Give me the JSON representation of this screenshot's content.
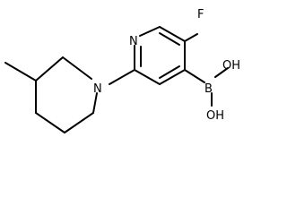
{
  "molecule": {
    "atoms": {
      "fluorine": "F",
      "pyridine_nitrogen": "N",
      "piperidine_nitrogen": "N",
      "boron": "B",
      "hydroxyl_upper": "OH",
      "hydroxyl_lower": "OH"
    }
  }
}
